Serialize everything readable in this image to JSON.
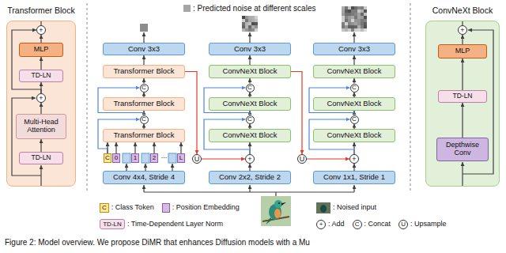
{
  "diagram": {
    "caption": "Figure 2: Model overview. We propose DiMR that enhances Diffusion models with a Mu",
    "nodes": [
      {
        "text": [
          "Transformer Block"
        ]
      },
      {
        "text": [
          "+"
        ],
        "in": 0
      },
      {
        "text": [
          "MLP"
        ],
        "in": 0
      },
      {
        "text": [
          "TD-LN"
        ],
        "in": 0
      },
      {
        "text": [
          "+"
        ],
        "in": 0
      },
      {
        "text": [
          "Multi-Head Attention"
        ],
        "in": 0
      },
      {
        "text": [
          "TD-LN"
        ],
        "in": 0
      },
      {
        "text": [
          "Conv 3x3"
        ]
      },
      {
        "text": [
          "Transformer Block"
        ]
      },
      {
        "text": [
          "C"
        ]
      },
      {
        "text": [
          "Transformer Block"
        ]
      },
      {
        "text": [
          "C"
        ]
      },
      {
        "text": [
          "Transformer Block"
        ]
      },
      {
        "text": [
          "C"
        ]
      },
      {
        "text": [
          "0"
        ]
      },
      {
        "text": [
          "1"
        ]
      },
      {
        "text": [
          "2"
        ]
      },
      {
        "text": [
          "L"
        ]
      },
      {
        "text": [
          "Conv 4x4, Stride 4"
        ]
      },
      {
        "text": [
          "U"
        ]
      },
      {
        "text": [
          "Conv 3x3"
        ]
      },
      {
        "text": [
          "ConvNeXt Block"
        ]
      },
      {
        "text": [
          "C"
        ]
      },
      {
        "text": [
          "ConvNeXt Block"
        ]
      },
      {
        "text": [
          "C"
        ]
      },
      {
        "text": [
          "ConvNeXt Block"
        ]
      },
      {
        "text": [
          "+"
        ]
      },
      {
        "text": [
          "Conv 2x2, Stride 2"
        ]
      },
      {
        "text": [
          "U"
        ]
      },
      {
        "text": [
          "Conv 3x3"
        ]
      },
      {
        "text": [
          "ConvNeXt Block"
        ]
      },
      {
        "text": [
          "C"
        ]
      },
      {
        "text": [
          "ConvNeXt Block"
        ]
      },
      {
        "text": [
          "C"
        ]
      },
      {
        "text": [
          "ConvNeXt Block"
        ]
      },
      {
        "text": [
          "+"
        ]
      },
      {
        "text": [
          "Conv 1x1, Stride 1"
        ]
      },
      {
        "text": [
          "ConvNeXt Block"
        ]
      },
      {
        "text": [
          "+"
        ],
        "in": 37
      },
      {
        "text": [
          "MLP"
        ],
        "in": 37
      },
      {
        "text": [
          "TD-LN"
        ],
        "in": 37
      },
      {
        "text": [
          "Depthwise Conv"
        ],
        "in": 37
      }
    ],
    "edges": [
      {
        "from": 6,
        "to": 5,
        "arrow": "to"
      },
      {
        "from": 5,
        "to": 4,
        "arrow": "to"
      },
      {
        "from": 4,
        "to": 3,
        "arrow": "to"
      },
      {
        "from": 3,
        "to": 2,
        "arrow": "to"
      },
      {
        "from": 2,
        "to": 1,
        "arrow": "to"
      },
      {
        "from": 4,
        "to": 1,
        "arrow": "to"
      },
      {
        "from": 12,
        "to": 11,
        "arrow": "to"
      },
      {
        "from": 11,
        "to": 10,
        "arrow": "to"
      },
      {
        "from": 10,
        "to": 9,
        "arrow": "to"
      },
      {
        "from": 9,
        "to": 8,
        "arrow": "to"
      },
      {
        "from": 8,
        "to": 7,
        "arrow": "to"
      },
      {
        "from": 11,
        "to": 9,
        "arrow": "to"
      },
      {
        "from": 13,
        "to": 11,
        "arrow": "to"
      },
      {
        "from": 13,
        "to": 12,
        "arrow": "to"
      },
      {
        "from": 14,
        "to": 12,
        "arrow": "to"
      },
      {
        "from": 15,
        "to": 12,
        "arrow": "to"
      },
      {
        "from": 16,
        "to": 12,
        "arrow": "to"
      },
      {
        "from": 17,
        "to": 12,
        "arrow": "to"
      },
      {
        "from": 8,
        "to": 19,
        "arrow": "to"
      },
      {
        "from": 19,
        "to": 26,
        "arrow": "to"
      },
      {
        "from": 27,
        "to": 26,
        "arrow": "to"
      },
      {
        "from": 26,
        "to": 25,
        "arrow": "to"
      },
      {
        "from": 25,
        "to": 24,
        "arrow": "to"
      },
      {
        "from": 24,
        "to": 23,
        "arrow": "to"
      },
      {
        "from": 23,
        "to": 22,
        "arrow": "to"
      },
      {
        "from": 22,
        "to": 21,
        "arrow": "to"
      },
      {
        "from": 21,
        "to": 20,
        "arrow": "to"
      },
      {
        "from": 26,
        "to": 24,
        "arrow": "to"
      },
      {
        "from": 24,
        "to": 22,
        "arrow": "to"
      },
      {
        "from": 21,
        "to": 28,
        "arrow": "to"
      },
      {
        "from": 28,
        "to": 35,
        "arrow": "to"
      },
      {
        "from": 36,
        "to": 35,
        "arrow": "to"
      },
      {
        "from": 35,
        "to": 34,
        "arrow": "to"
      },
      {
        "from": 34,
        "to": 33,
        "arrow": "to"
      },
      {
        "from": 33,
        "to": 32,
        "arrow": "to"
      },
      {
        "from": 32,
        "to": 31,
        "arrow": "to"
      },
      {
        "from": 31,
        "to": 30,
        "arrow": "to"
      },
      {
        "from": 30,
        "to": 29,
        "arrow": "to"
      },
      {
        "from": 35,
        "to": 33,
        "arrow": "to"
      },
      {
        "from": 33,
        "to": 31,
        "arrow": "to"
      },
      {
        "from": 41,
        "to": 40,
        "arrow": "to"
      },
      {
        "from": 40,
        "to": 39,
        "arrow": "to"
      },
      {
        "from": 39,
        "to": 38,
        "arrow": "to"
      }
    ],
    "labels": [
      "...",
      "C",
      "TD-LN",
      "+",
      "C",
      "U"
    ],
    "legend": [
      {
        "text": ": Predicted noise at different scales",
        "color": "#a6a6a6"
      },
      {
        "text": ": Class Token",
        "color": "#ffe699"
      },
      {
        "text": ": Position Embedding",
        "color": "#d9b8e8"
      },
      {
        "text": ": Noised input"
      },
      {
        "text": ": Time-Dependent Layer Norm",
        "color": "#f6dfe9"
      },
      {
        "text": ": Add"
      },
      {
        "text": ": Concat"
      },
      {
        "text": ": Upsample"
      }
    ]
  }
}
